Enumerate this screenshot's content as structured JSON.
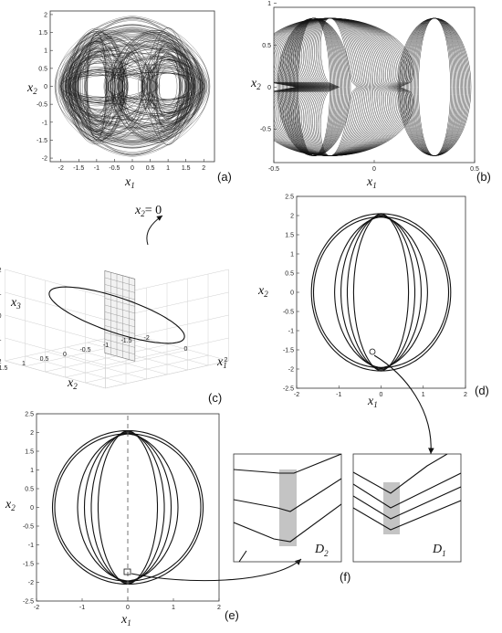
{
  "chart_data": [
    {
      "panel": "(a)",
      "type": "line",
      "xlabel": "x1",
      "ylabel": "x2",
      "xlim": [
        -2.3,
        2.3
      ],
      "ylim": [
        -2.1,
        2.1
      ],
      "xticks": [
        "-2",
        "-1.5",
        "-1",
        "-0.5",
        "0",
        "0.5",
        "1",
        "1.5",
        "2"
      ],
      "yticks": [
        "-2",
        "-1.5",
        "-1",
        "-0.5",
        "0",
        "0.5",
        "1",
        "1.5",
        "2"
      ],
      "description_values": {
        "lobe_centers_x1": [
          -1.0,
          1.0
        ]
      }
    },
    {
      "panel": "(b)",
      "type": "line",
      "xlabel": "x1",
      "ylabel": "x2",
      "xlim": [
        -0.5,
        0.5
      ],
      "ylim": [
        -0.9,
        0.95
      ],
      "xticks": [
        "-0.5",
        "0",
        "0.5"
      ],
      "yticks": [
        "-0.5",
        "0",
        "0.5",
        "1"
      ]
    },
    {
      "panel": "(c)",
      "type": "line",
      "xlabel": "x2",
      "ylabel": "x1",
      "zlabel": "x3",
      "plane_label": "x2 = 0",
      "x2ticks": [
        "1.5",
        "1",
        "0.5",
        "0",
        "-0.5",
        "-1",
        "-1.5"
      ],
      "x1ticks": [
        "2",
        "0",
        "-2"
      ],
      "x3ticks": [
        "2",
        "1",
        "0",
        "-1",
        "-2"
      ]
    },
    {
      "panel": "(d)",
      "type": "line",
      "xlabel": "x1",
      "ylabel": "x2",
      "xlim": [
        -2,
        2
      ],
      "ylim": [
        -2.5,
        2.5
      ],
      "xticks": [
        "-2",
        "-1",
        "0",
        "1",
        "2"
      ],
      "yticks": [
        "-2.5",
        "-2",
        "-1.5",
        "-1",
        "-0.5",
        "0",
        "0.5",
        "1",
        "1.5",
        "2",
        "2.5"
      ],
      "outer_orbit_amplitude_x1": 1.65,
      "inner_orbit_amplitudes_x1": [
        0.65,
        0.8,
        0.95,
        1.1
      ],
      "orbit_amplitude_x2": 2.05
    },
    {
      "panel": "(e)",
      "type": "line",
      "xlabel": "x1",
      "ylabel": "x2",
      "xlim": [
        -2,
        2
      ],
      "ylim": [
        -2.5,
        2.5
      ],
      "xticks": [
        "-2",
        "-1",
        "0",
        "1",
        "2"
      ],
      "yticks": [
        "-2.5",
        "-2",
        "-1.5",
        "-1",
        "-0.5",
        "0",
        "0.5",
        "1",
        "1.5",
        "2",
        "2.5"
      ],
      "section_line": "x1 = 0 (dashed)"
    },
    {
      "panel": "(f)",
      "type": "line",
      "insets": [
        "D2",
        "D1"
      ]
    }
  ],
  "labels": {
    "a": "(a)",
    "b": "(b)",
    "c": "(c)",
    "d": "(d)",
    "e": "(e)",
    "f": "(f)",
    "x1": "x",
    "x2": "x",
    "x3": "x",
    "s1": "1",
    "s2": "2",
    "s3": "3",
    "plane_eq": "= 0",
    "D": "D",
    "D2sub": "2",
    "D1sub": "1"
  }
}
